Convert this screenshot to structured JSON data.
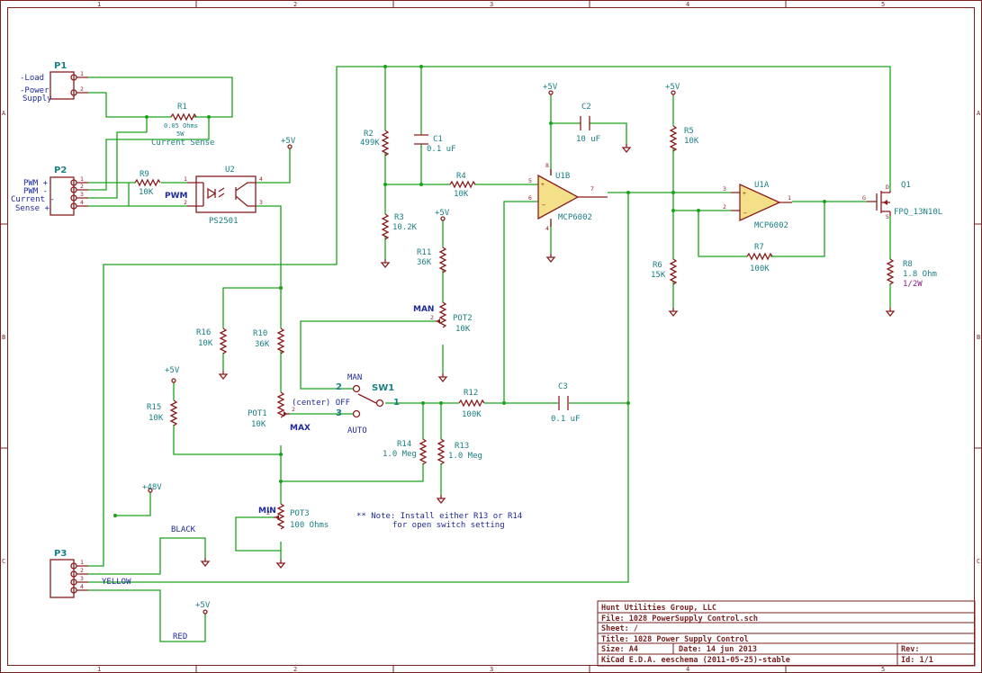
{
  "border": {
    "columns": [
      "1",
      "2",
      "3",
      "4",
      "5"
    ],
    "rows": [
      "A",
      "B",
      "C"
    ]
  },
  "title_block": {
    "company": "Hunt Utilities Group, LLC",
    "file": "File: 1028 PowerSupply Control.sch",
    "sheet": "Sheet: /",
    "title": "Title: 1028 Power Supply Control",
    "size": "Size: A4",
    "date": "Date: 14 jun 2013",
    "rev": "Rev:",
    "tool": "KiCad E.D.A.  eeschema (2011-05-25)-stable",
    "id": "Id: 1/1"
  },
  "connectors": {
    "p1": {
      "ref": "P1",
      "labels": [
        "-Load",
        "-Power",
        "Supply"
      ]
    },
    "p2": {
      "ref": "P2",
      "labels": [
        "PWM +",
        "PWM -",
        "Current -",
        "Sense +"
      ]
    },
    "p3": {
      "ref": "P3",
      "labels": [
        "BLACK",
        "YELLOW",
        "RED"
      ]
    }
  },
  "components": {
    "r1": {
      "ref": "R1",
      "value": "0.05 Ohms",
      "extra": "5W",
      "note": "Current Sense"
    },
    "r9": {
      "ref": "R9",
      "value": "10K"
    },
    "u2": {
      "ref": "U2",
      "value": "PS2501",
      "label": "PWM"
    },
    "r2": {
      "ref": "R2",
      "value": "499K"
    },
    "c1": {
      "ref": "C1",
      "value": "0.1 uF"
    },
    "r3": {
      "ref": "R3",
      "value": "10.2K"
    },
    "r4": {
      "ref": "R4",
      "value": "10K"
    },
    "r11": {
      "ref": "R11",
      "value": "36K"
    },
    "pot2": {
      "ref": "POT2",
      "value": "10K",
      "label": "MAN"
    },
    "u1b": {
      "ref": "U1B",
      "value": "MCP6002"
    },
    "c2": {
      "ref": "C2",
      "value": "10 uF"
    },
    "r5": {
      "ref": "R5",
      "value": "10K"
    },
    "r6": {
      "ref": "R6",
      "value": "15K"
    },
    "u1a": {
      "ref": "U1A",
      "value": "MCP6002"
    },
    "r7": {
      "ref": "R7",
      "value": "100K"
    },
    "q1": {
      "ref": "Q1",
      "value": "FPQ_13N10L"
    },
    "r8": {
      "ref": "R8",
      "value": "1.8 Ohm",
      "extra": "1/2W"
    },
    "r16": {
      "ref": "R16",
      "value": "10K"
    },
    "r10": {
      "ref": "R10",
      "value": "36K"
    },
    "r15": {
      "ref": "R15",
      "value": "10K"
    },
    "pot1": {
      "ref": "POT1",
      "value": "10K",
      "label": "MAX"
    },
    "sw1": {
      "ref": "SW1",
      "pos_man": "MAN",
      "pos_off": "(center) OFF",
      "pos_auto": "AUTO",
      "pin2": "2",
      "pin3": "3",
      "pin1": "1"
    },
    "r12": {
      "ref": "R12",
      "value": "100K"
    },
    "c3": {
      "ref": "C3",
      "value": "0.1 uF"
    },
    "r14": {
      "ref": "R14",
      "value": "1.0 Meg"
    },
    "r13": {
      "ref": "R13",
      "value": "1.0 Meg"
    },
    "pot3": {
      "ref": "POT3",
      "value": "100 Ohms",
      "label": "MIN"
    }
  },
  "power": {
    "p5v": "+5V",
    "p48v": "+48V"
  },
  "note": {
    "line1": "** Note: Install either R13 or R14",
    "line2": "for open switch setting"
  }
}
